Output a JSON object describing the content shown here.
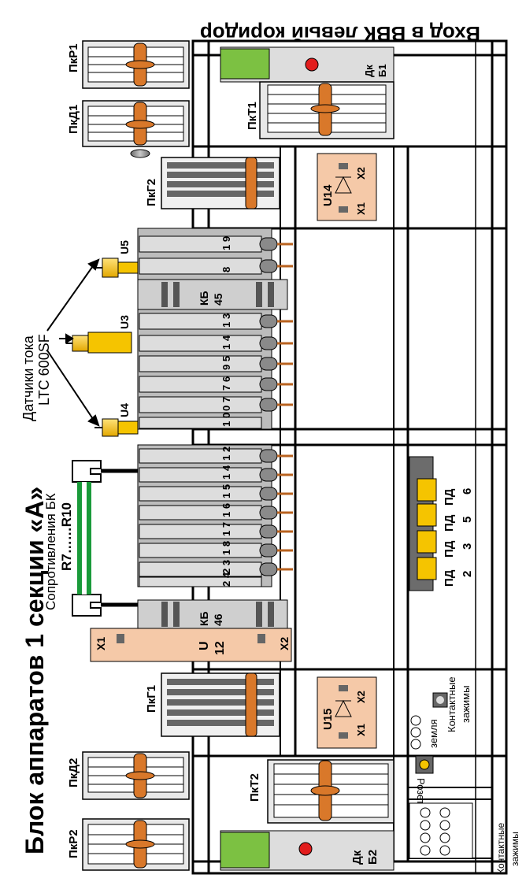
{
  "title_left": "Блок аппаратов 1 секции «А»",
  "title_right": "Вход в ВВК левый коридор",
  "resistor_caption_1": "Сопротивления БК",
  "resistor_caption_2": "R7……R10",
  "sensor_caption_1": "Датчики тока",
  "sensor_caption_2": "LTC 600SF",
  "sensors": {
    "u5": "U5",
    "u3": "U3",
    "u4": "U4"
  },
  "breakers": {
    "pkr1": "ПкР1",
    "pkd1": "ПкД1",
    "pkd2": "ПкД2",
    "pkr2": "ПкР2",
    "pkg2": "ПкГ2",
    "pkg1": "ПкГ1",
    "pkt1": "ПкТ1",
    "pkt2": "ПкТ2"
  },
  "dk_b1": {
    "line1": "Дк",
    "line2": "Б1"
  },
  "dk_b2": {
    "line1": "Дк",
    "line2": "Б2"
  },
  "u14": {
    "name": "U14",
    "x1": "X1",
    "x2": "X2"
  },
  "u15": {
    "name": "U15",
    "x1": "X1",
    "x2": "X2"
  },
  "u12": {
    "name_1": "U",
    "name_2": "12",
    "x1": "X1",
    "x2": "X2"
  },
  "kb45": {
    "line1": "КБ",
    "line2": "45"
  },
  "kb46": {
    "line1": "КБ",
    "line2": "46"
  },
  "contactor_labels": {
    "top_group": [
      "1 9",
      "8",
      "1 3",
      "1 4",
      "9 5",
      "7 6",
      "0 7",
      "1 0"
    ],
    "bottom_group": [
      "1 2",
      "1 4",
      "1 5",
      "1 6",
      "1 7",
      "1 8",
      "2 3",
      "2 4"
    ]
  },
  "pd_labels": [
    "ПД",
    "ПД",
    "ПД",
    "ПД"
  ],
  "pd_numbers": [
    "2",
    "3",
    "5",
    "6"
  ],
  "terminals_label_1": "Контактные",
  "terminals_label_2": "зажимы",
  "ground_label": "земля",
  "socket_label": "Розетка",
  "bottom_terminals_1": "Контактные",
  "bottom_terminals_2": "зажимы",
  "colors": {
    "orange": "#e07b2a",
    "yellow": "#f5c400",
    "green": "#7cc142",
    "peach": "#f5c9a8",
    "red": "#e21d1d",
    "gray": "#c8c8c8",
    "resistor_green": "#1a9a3a"
  }
}
